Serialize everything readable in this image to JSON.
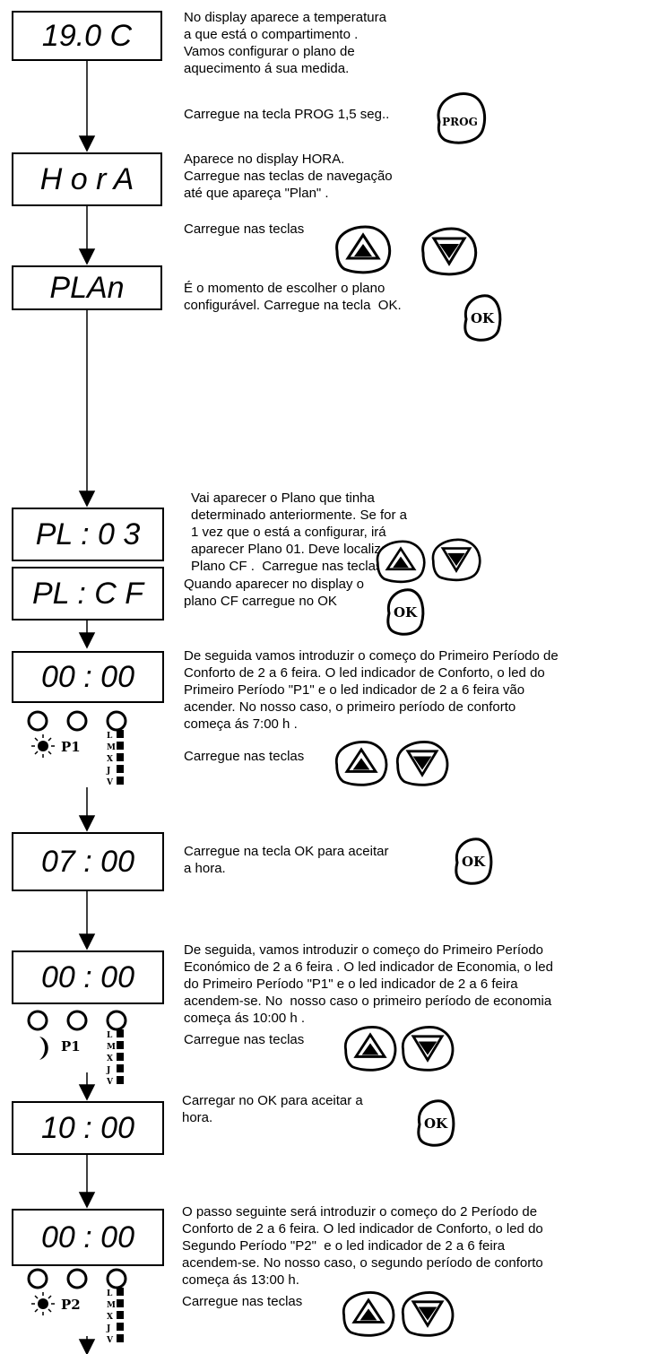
{
  "displays": {
    "d1": "19.0 C",
    "d2": "H o r A",
    "d3": "PLAn",
    "d4": "PL : 0 3",
    "d5": "PL : C F",
    "d6": "00 : 00",
    "d7": "07 : 00",
    "d8": "00 : 00",
    "d9": "10 : 00",
    "d10": "00 : 00"
  },
  "steps": {
    "s1": "No display aparece a temperatura\na que está o compartimento .\nVamos configurar o plano de\naquecimento á sua medida.",
    "s1b": "Carregue na tecla PROG 1,5 seg..",
    "s2": "Aparece no display HORA.\nCarregue nas teclas de navegação\naté que apareça \"Plan\" .",
    "s2b": "Carregue nas teclas",
    "s3": "É o momento de escolher o plano\nconfigurável. Carregue na tecla  OK.",
    "s4": "Vai aparecer o Plano que tinha\ndeterminado anteriormente. Se for a\n1 vez que o está a configurar, irá\naparecer Plano 01. Deve localizar o\nPlano CF .  Carregue nas teclas",
    "s5": "Quando aparecer no display o\nplano CF carregue no OK",
    "s6": "De seguida vamos introduzir o começo do Primeiro Período de\nConforto de 2 a 6 feira. O led indicador de Conforto, o led do\nPrimeiro Período \"P1\" e o led indicador de 2 a 6 feira vão\nacender. No nosso caso, o primeiro período de conforto\ncomeça ás 7:00 h .",
    "s6b": "Carregue nas teclas",
    "s7": "Carregue na tecla OK para aceitar\na hora.",
    "s8": "De seguida, vamos introduzir o começo do Primeiro Período\nEconómico de 2 a 6 feira . O led indicador de Economia, o led\ndo Primeiro Período \"P1\" e o led indicador de 2 a 6 feira\nacendem-se. No  nosso caso o primeiro período de economia\ncomeça ás 10:00 h .",
    "s8b": "Carregue nas teclas",
    "s9": "Carregar no OK para aceitar a\nhora.",
    "s10": "O passo seguinte será introduzir o começo do 2 Período de\nConforto de 2 a 6 feira. O led indicador de Conforto, o led do\nSegundo Período \"P2\"  e o led indicador de 2 a 6 feira\nacendem-se. No nosso caso, o segundo período de conforto\ncomeça ás 13:00 h.",
    "s10b": "Carregue nas teclas"
  },
  "buttons": {
    "prog": "PROG",
    "ok": "OK"
  },
  "leds": {
    "p1": "P1",
    "p2": "P2",
    "days": [
      "L",
      "M",
      "X",
      "J",
      "V"
    ]
  },
  "icons": {
    "comfort": "sun-icon",
    "economy": "moon-icon",
    "up": "up-arrow-icon",
    "down": "down-arrow-icon"
  },
  "colors": {
    "ink": "#000000",
    "paper": "#ffffff"
  }
}
